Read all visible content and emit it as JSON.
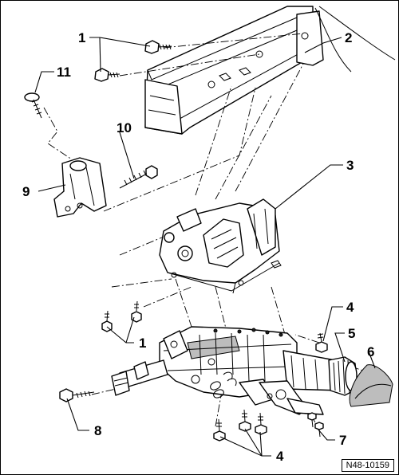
{
  "figure_reference": "N48-10159",
  "callouts": [
    {
      "id": "callout-1-top",
      "text": "1"
    },
    {
      "id": "callout-2",
      "text": "2"
    },
    {
      "id": "callout-11",
      "text": "11"
    },
    {
      "id": "callout-10",
      "text": "10"
    },
    {
      "id": "callout-9",
      "text": "9"
    },
    {
      "id": "callout-3",
      "text": "3"
    },
    {
      "id": "callout-4-right",
      "text": "4"
    },
    {
      "id": "callout-5",
      "text": "5"
    },
    {
      "id": "callout-6",
      "text": "6"
    },
    {
      "id": "callout-1-bottom",
      "text": "1"
    },
    {
      "id": "callout-8",
      "text": "8"
    },
    {
      "id": "callout-4-bottom",
      "text": "4"
    },
    {
      "id": "callout-7",
      "text": "7"
    }
  ]
}
